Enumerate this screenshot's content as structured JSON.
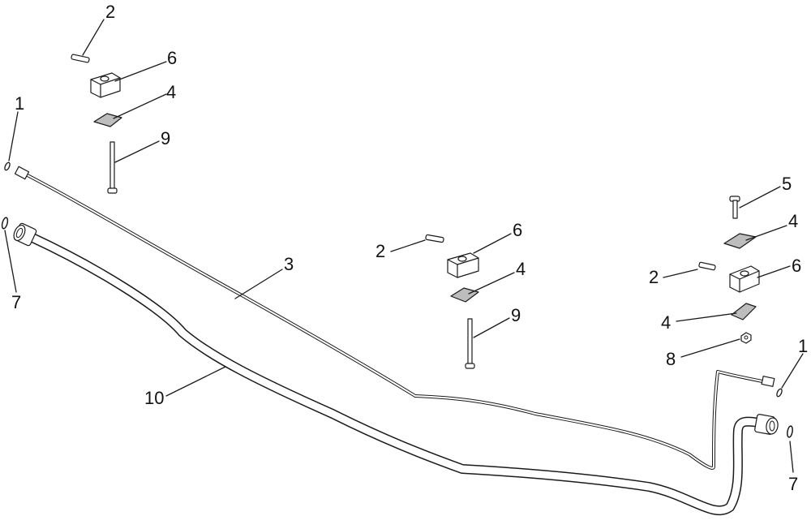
{
  "diagram": {
    "callouts": [
      {
        "id": "c-2a",
        "text": "2"
      },
      {
        "id": "c-6a",
        "text": "6"
      },
      {
        "id": "c-4a",
        "text": "4"
      },
      {
        "id": "c-9a",
        "text": "9"
      },
      {
        "id": "c-1a",
        "text": "1"
      },
      {
        "id": "c-7a",
        "text": "7"
      },
      {
        "id": "c-3",
        "text": "3"
      },
      {
        "id": "c-10",
        "text": "10"
      },
      {
        "id": "c-2b",
        "text": "2"
      },
      {
        "id": "c-6b",
        "text": "6"
      },
      {
        "id": "c-4b",
        "text": "4"
      },
      {
        "id": "c-9b",
        "text": "9"
      },
      {
        "id": "c-5",
        "text": "5"
      },
      {
        "id": "c-4c",
        "text": "4"
      },
      {
        "id": "c-2c",
        "text": "2"
      },
      {
        "id": "c-6c",
        "text": "6"
      },
      {
        "id": "c-4d",
        "text": "4"
      },
      {
        "id": "c-8",
        "text": "8"
      },
      {
        "id": "c-1b",
        "text": "1"
      },
      {
        "id": "c-7b",
        "text": "7"
      }
    ]
  }
}
